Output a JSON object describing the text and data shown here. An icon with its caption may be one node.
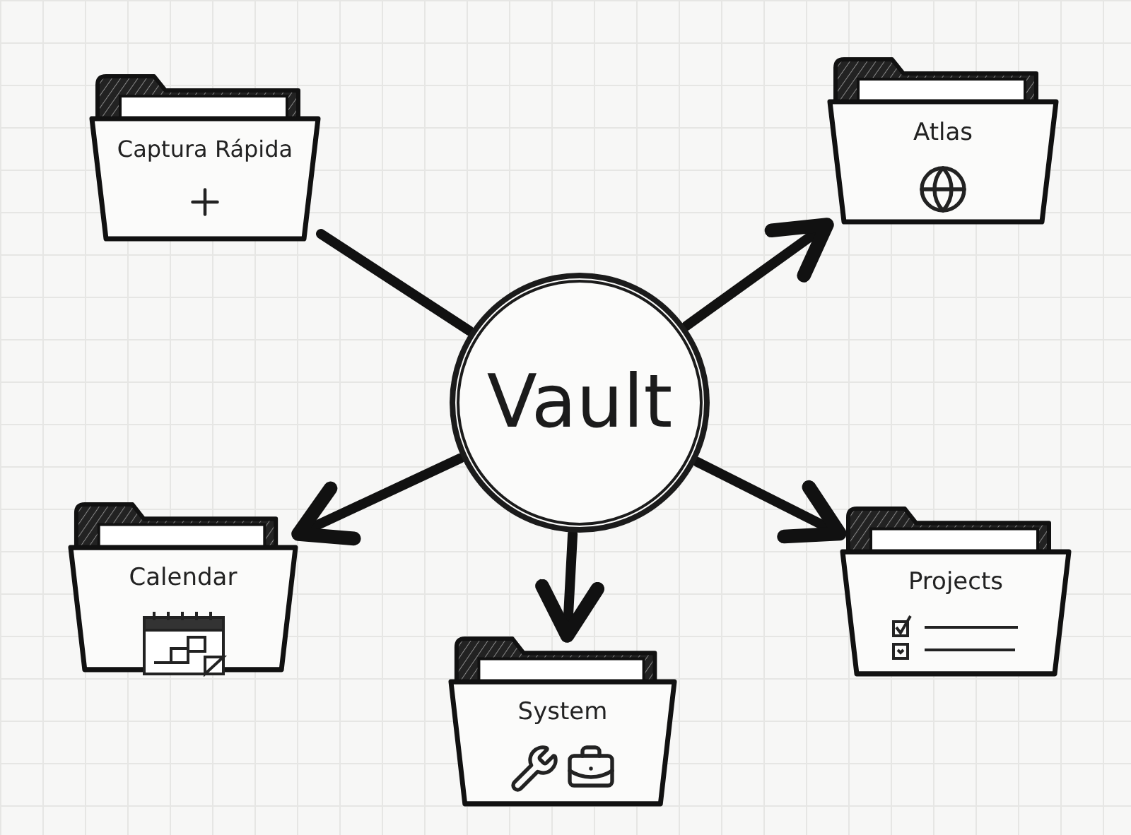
{
  "diagram": {
    "nodes": [
      {
        "text": [
          "Captura Rápida"
        ]
      },
      {
        "text": [
          "Atlas"
        ]
      },
      {
        "text": [
          "Vault"
        ]
      },
      {
        "text": [
          "Calendar"
        ]
      },
      {
        "text": [
          "Projects"
        ]
      },
      {
        "text": [
          "System"
        ]
      }
    ],
    "edges": [
      {
        "from": 0,
        "to": 2,
        "arrow": "none"
      },
      {
        "from": 2,
        "to": 1,
        "arrow": "to"
      },
      {
        "from": 2,
        "to": 3,
        "arrow": "to"
      },
      {
        "from": 2,
        "to": 5,
        "arrow": "to"
      },
      {
        "from": 2,
        "to": 4,
        "arrow": "to"
      }
    ]
  }
}
